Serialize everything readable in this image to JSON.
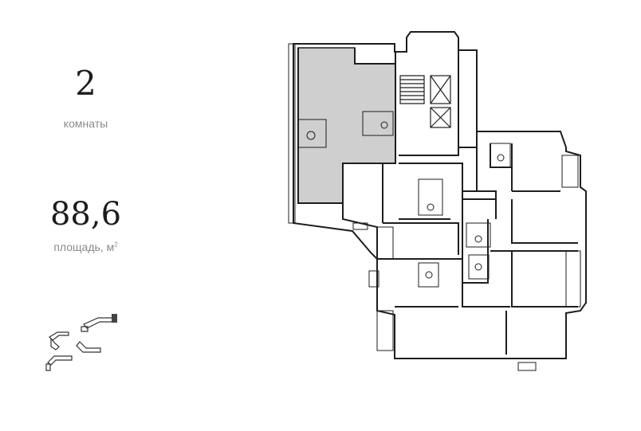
{
  "apartment": {
    "rooms_value": "2",
    "rooms_label": "комнаты",
    "area_value": "88,6",
    "area_label": "площадь, м",
    "area_unit_sup": "2"
  },
  "colors": {
    "highlight_fill": "#cfcfcf",
    "wall": "#1e1e1e",
    "text": "#1c1c1c",
    "label": "#8a8a8a"
  }
}
